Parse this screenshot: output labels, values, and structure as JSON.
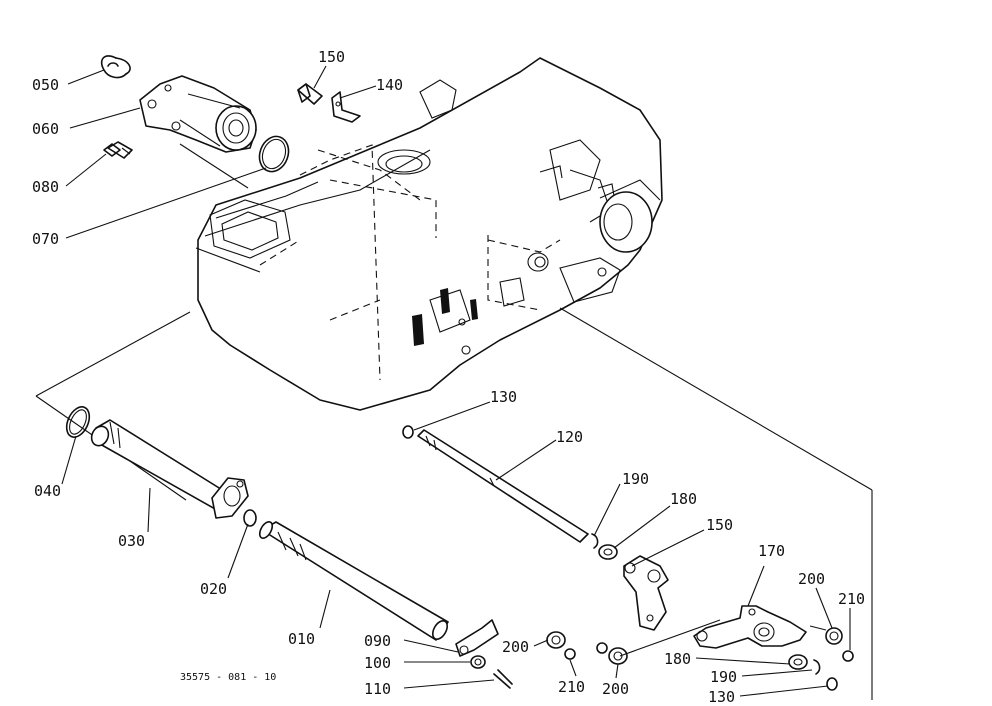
{
  "figure_code": "35575 - 081 - 10",
  "parts": {
    "p010": "010",
    "p020": "020",
    "p030": "030",
    "p040": "040",
    "p050": "050",
    "p060": "060",
    "p070": "070",
    "p080": "080",
    "p090": "090",
    "p100": "100",
    "p110": "110",
    "p120": "120",
    "p130a": "130",
    "p130b": "130",
    "p140": "140",
    "p150a": "150",
    "p150b": "150",
    "p170": "170",
    "p180a": "180",
    "p180b": "180",
    "p190a": "190",
    "p190b": "190",
    "p200a": "200",
    "p200b": "200",
    "p200c": "200",
    "p210a": "210",
    "p210b": "210"
  }
}
